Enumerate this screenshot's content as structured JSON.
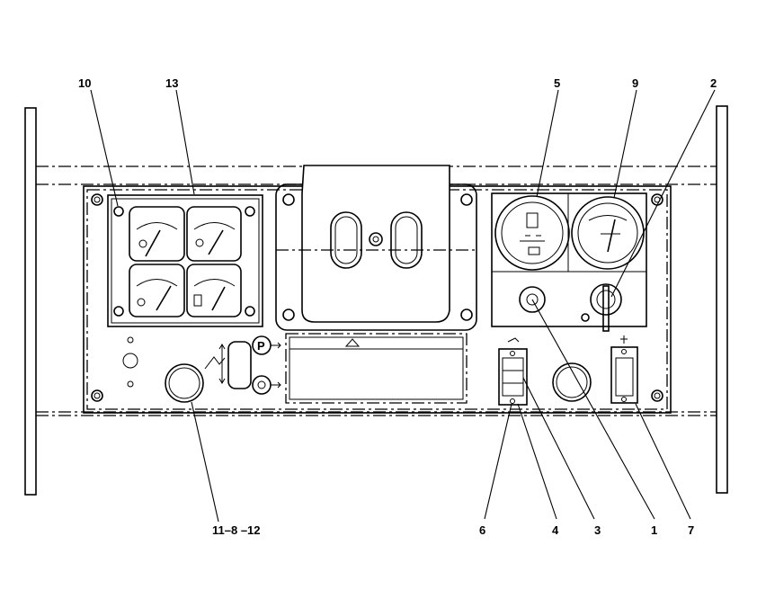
{
  "callouts": {
    "c10": "10",
    "c13": "13",
    "c5": "5",
    "c9": "9",
    "c2": "2",
    "c11_8_12": "11–8 –12",
    "c6": "6",
    "c4": "4",
    "c3": "3",
    "c1": "1",
    "c7": "7"
  },
  "icons": {
    "park": "P"
  }
}
